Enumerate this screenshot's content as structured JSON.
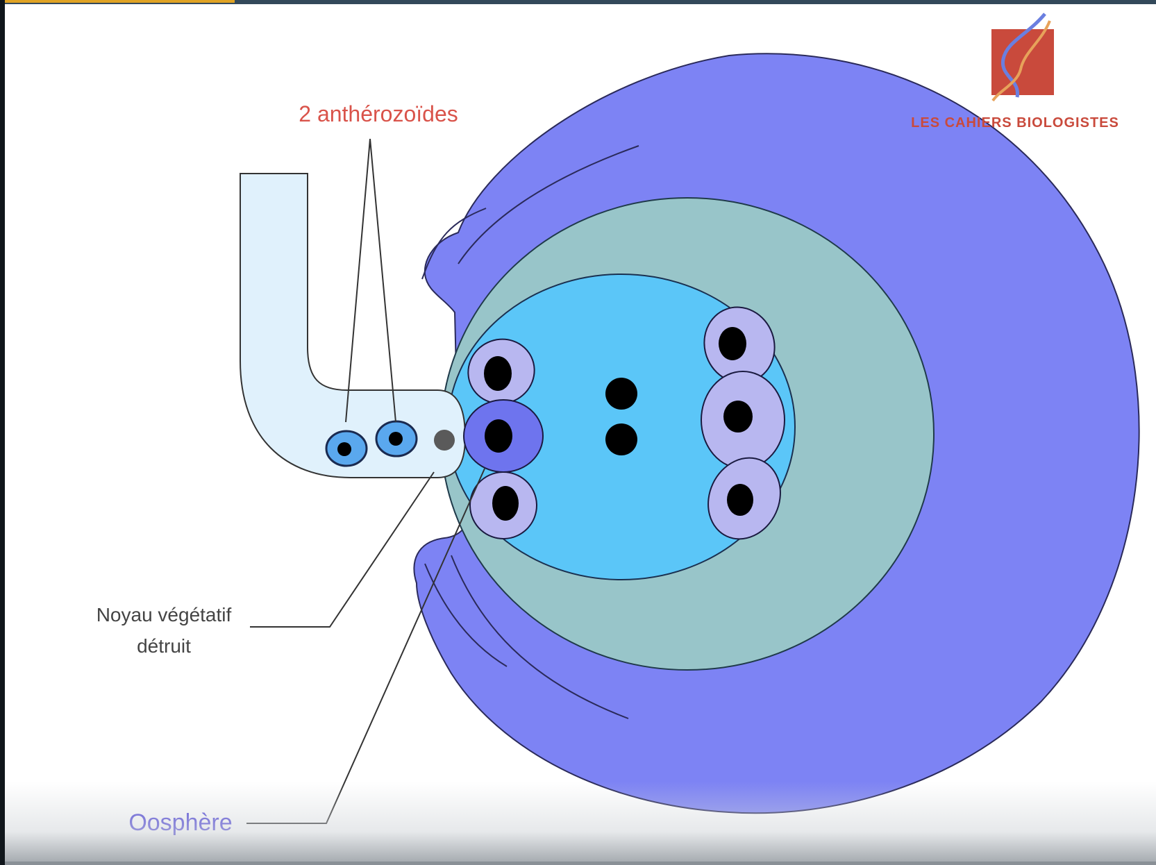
{
  "labels": {
    "antherozoides": "2 anthérozoïdes",
    "noyau_line1": "Noyau végétatif",
    "noyau_line2": "détruit",
    "oosphere": "Oosphère"
  },
  "logo": {
    "text": "LES CAHIERS BIOLOGISTES",
    "icon": "dna-helix-icon"
  },
  "colors": {
    "integument": "#7d83f4",
    "nucellus": "#98c5c9",
    "embryo_sac": "#5bc6f8",
    "cell_light": "#b8b7f0",
    "oosphere": "#6e74ee",
    "pollen_tube": "#e0f1fc",
    "antherozoid": "#5aa8ee",
    "nucleus": "#000000",
    "label_red": "#d9534a",
    "label_blue": "#4f45d8",
    "label_dark": "#444444",
    "logo_red": "#c94a3c"
  }
}
